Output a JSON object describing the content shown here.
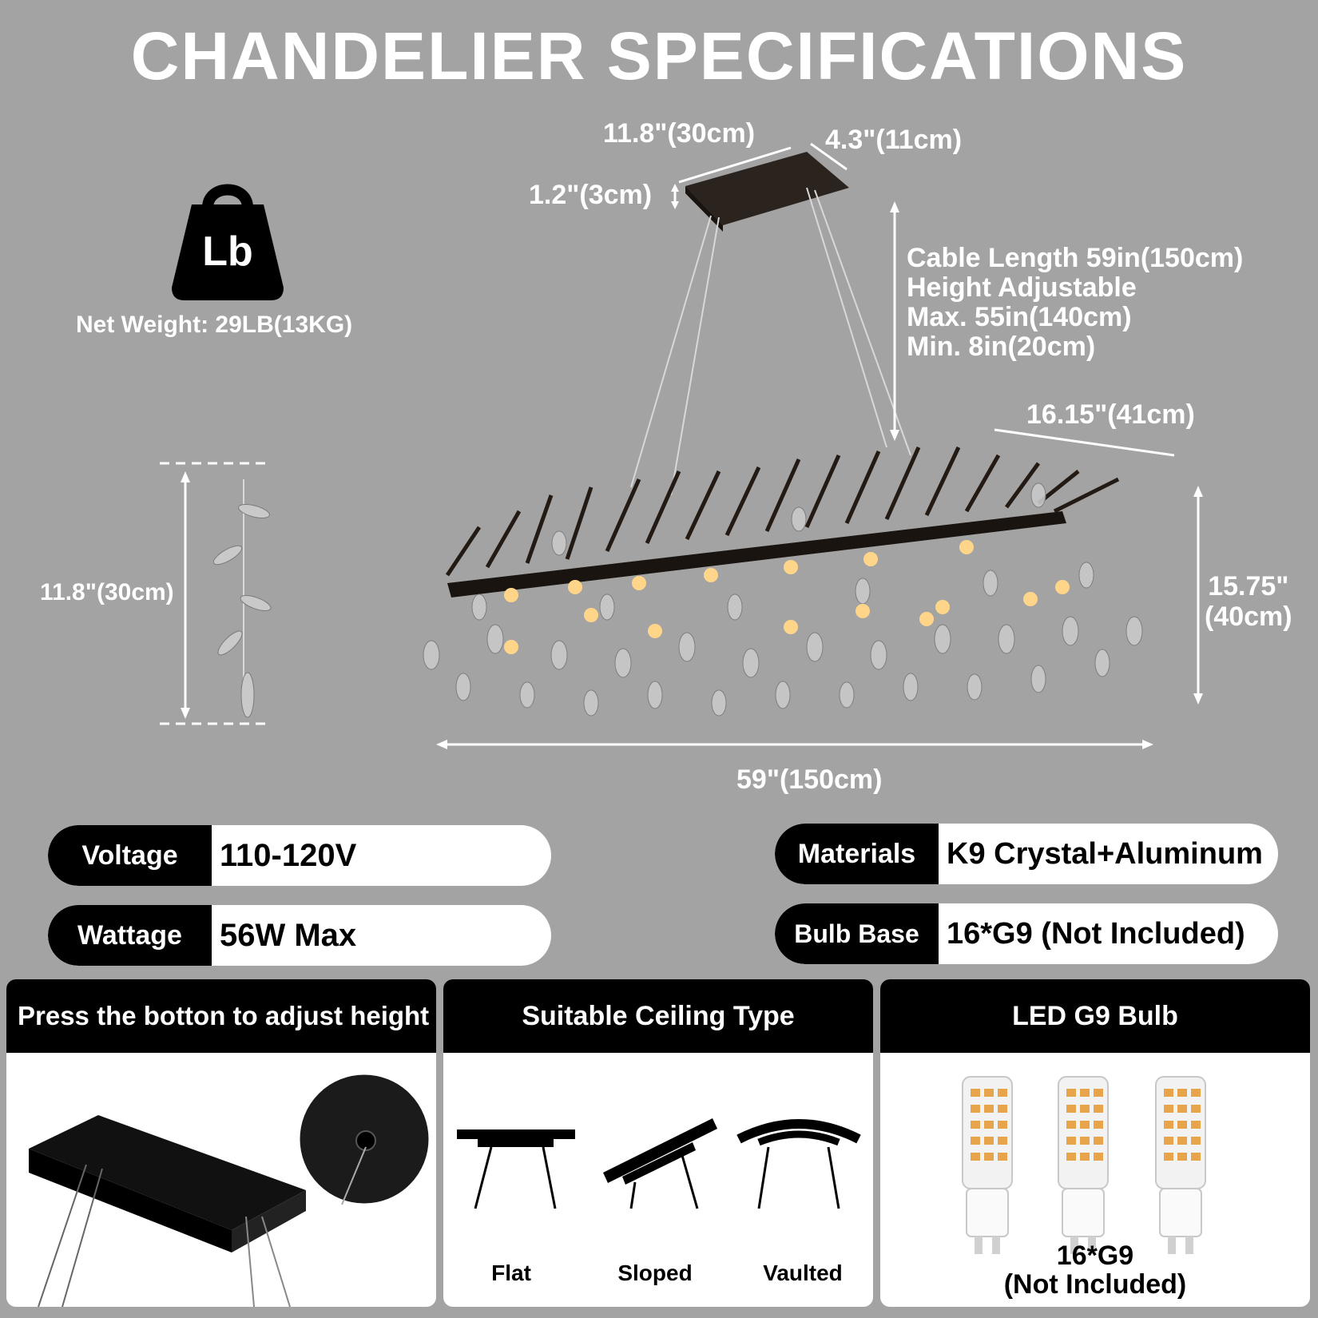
{
  "title": "CHANDELIER SPECIFICATIONS",
  "weight": {
    "icon": "weight-icon",
    "icon_text": "Lb",
    "label": "Net Weight: 29LB(13KG)"
  },
  "canopy": {
    "length": "11.8\"(30cm)",
    "width": "4.3\"(11cm)",
    "height": "1.2\"(3cm)"
  },
  "cable": {
    "lines": [
      "Cable Length 59in(150cm)",
      "Height Adjustable",
      "Max. 55in(140cm)",
      "Min. 8in(20cm)"
    ]
  },
  "body_dims": {
    "depth": "16.15\"(41cm)",
    "height_line1": "15.75\"",
    "height_line2": "(40cm)",
    "length": "59\"(150cm)",
    "strand_length": "11.8\"(30cm)"
  },
  "specs": {
    "voltage": {
      "key": "Voltage",
      "value": "110-120V"
    },
    "wattage": {
      "key": "Wattage",
      "value": "56W Max"
    },
    "materials": {
      "key": "Materials",
      "value": "K9 Crystal+Aluminum"
    },
    "bulb_base": {
      "key": "Bulb Base",
      "value": "16*G9 (Not Included)"
    }
  },
  "panels": {
    "adjust": {
      "title": "Press the botton to adjust height"
    },
    "ceiling": {
      "title": "Suitable Ceiling Type",
      "types": [
        "Flat",
        "Sloped",
        "Vaulted"
      ]
    },
    "bulb": {
      "title": "LED G9 Bulb",
      "caption_line1": "16*G9",
      "caption_line2": "(Not Included)"
    }
  },
  "colors": {
    "background": "#a3a3a3",
    "black": "#000000",
    "white": "#ffffff",
    "led": "#e8a44a"
  }
}
